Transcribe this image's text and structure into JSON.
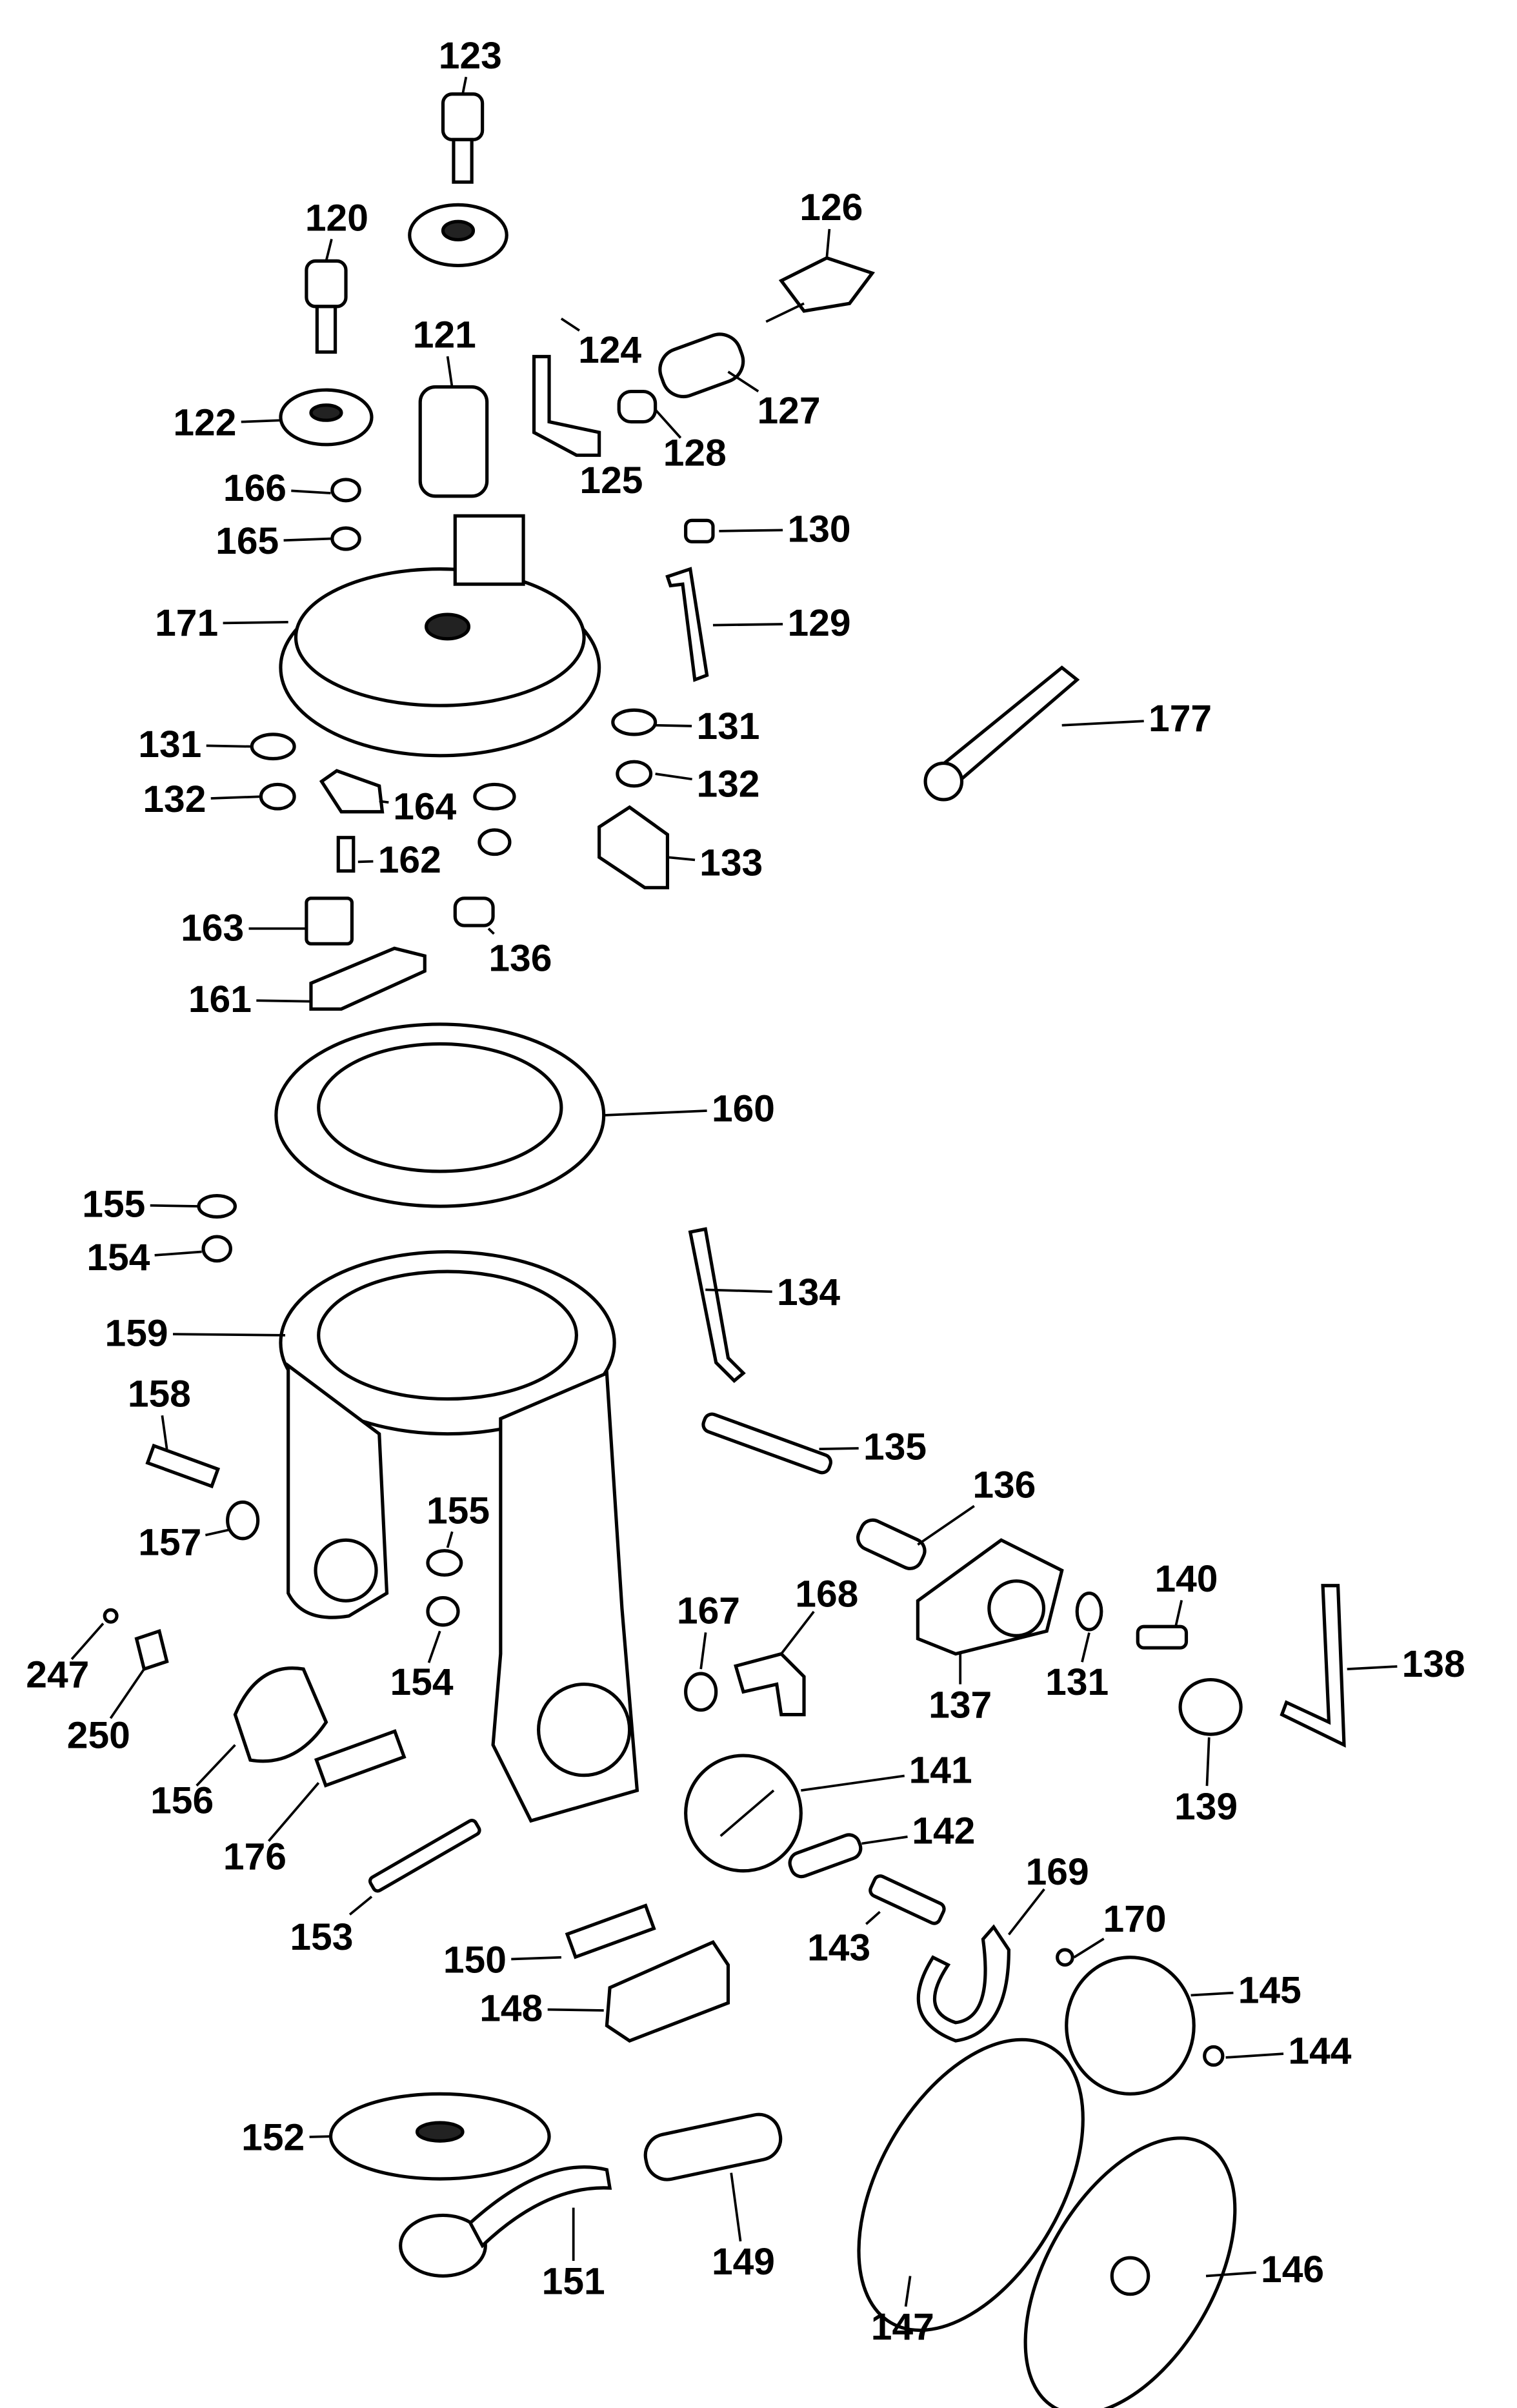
{
  "diagram": {
    "type": "exploded parts diagram",
    "line_color": "#000000",
    "background": "#ffffff",
    "part_labels": [
      "123",
      "120",
      "126",
      "121",
      "124",
      "127",
      "122",
      "128",
      "125",
      "166",
      "165",
      "130",
      "171",
      "129",
      "177",
      "131",
      "131",
      "132",
      "132",
      "164",
      "162",
      "133",
      "163",
      "136",
      "161",
      "160",
      "155",
      "154",
      "134",
      "159",
      "158",
      "135",
      "136",
      "155",
      "157",
      "168",
      "140",
      "167",
      "138",
      "247",
      "154",
      "137",
      "131",
      "250",
      "141",
      "139",
      "156",
      "142",
      "176",
      "169",
      "153",
      "143",
      "170",
      "150",
      "145",
      "148",
      "144",
      "152",
      "149",
      "146",
      "151",
      "147"
    ]
  }
}
